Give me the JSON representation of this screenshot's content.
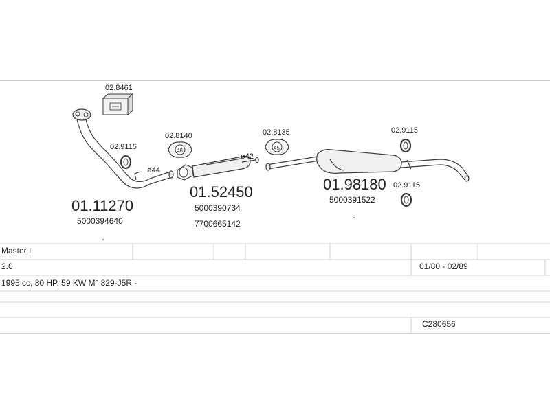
{
  "parts": {
    "downpipe": {
      "number": "01.11270",
      "code": "5000394640"
    },
    "middle_silencer": {
      "number": "01.52450",
      "codes": [
        "5000390734",
        "7700665142"
      ]
    },
    "rear_silencer": {
      "number": "01.98180",
      "code": "5000391522"
    },
    "mounting_kit": {
      "number": "02.8461"
    },
    "gasket_1": {
      "number": "02.8140",
      "size": "48"
    },
    "gasket_2": {
      "number": "02.8135",
      "size": "45"
    },
    "ring_1": {
      "number": "02.9115"
    },
    "ring_2": {
      "number": "02.9115"
    },
    "ring_3": {
      "number": "02.9115"
    }
  },
  "diameters": {
    "d1": "ø44",
    "d2": "ø42"
  },
  "info_table": {
    "model": "Master I",
    "engine": "2.0",
    "years": "01/80 - 02/89",
    "details": "1995 cc, 80 HP, 59 KW M° 829-J5R -",
    "catalog_code": "C280656"
  }
}
